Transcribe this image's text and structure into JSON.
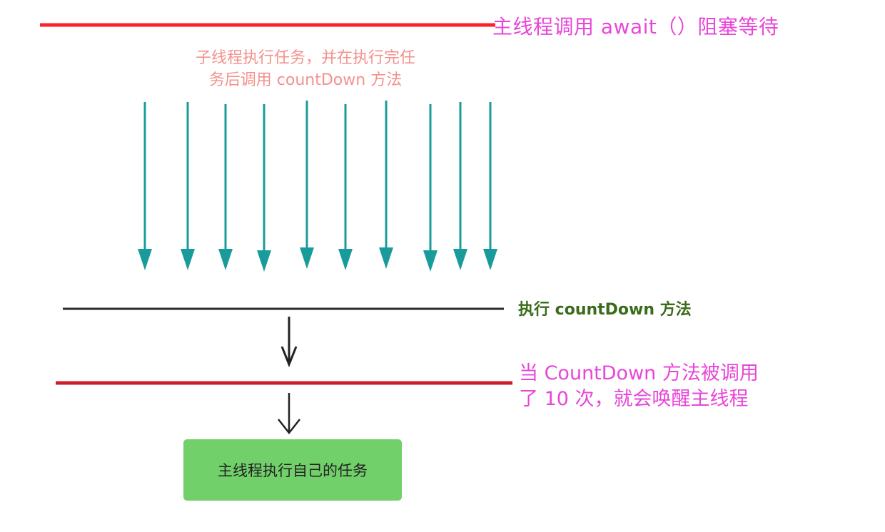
{
  "labels": {
    "main_thread_await": "主线程调用 await（）阻塞等待",
    "subthread_tasks_line1": "子线程执行任务，并在执行完任",
    "subthread_tasks_line2": "务后调用 countDown 方法",
    "execute_countdown": "执行 countDown 方法",
    "wake_line1": "当 CountDown 方法被调用",
    "wake_line2": "了  10 次，就会唤醒主线程",
    "main_thread_task": "主线程执行自己的任务"
  },
  "colors": {
    "await_line": "#ff1f2d",
    "wake_line": "#cc1f2b",
    "countdown_line": "#2a2a2a",
    "arrow_teal": "#1a9b9b",
    "arrow_dark": "#222222",
    "magenta_text": "#e846d8",
    "salmon_text": "#f4918c",
    "green_text": "#3a6b1a",
    "task_box": "#72d06a"
  },
  "thread_arrow_count": 10
}
